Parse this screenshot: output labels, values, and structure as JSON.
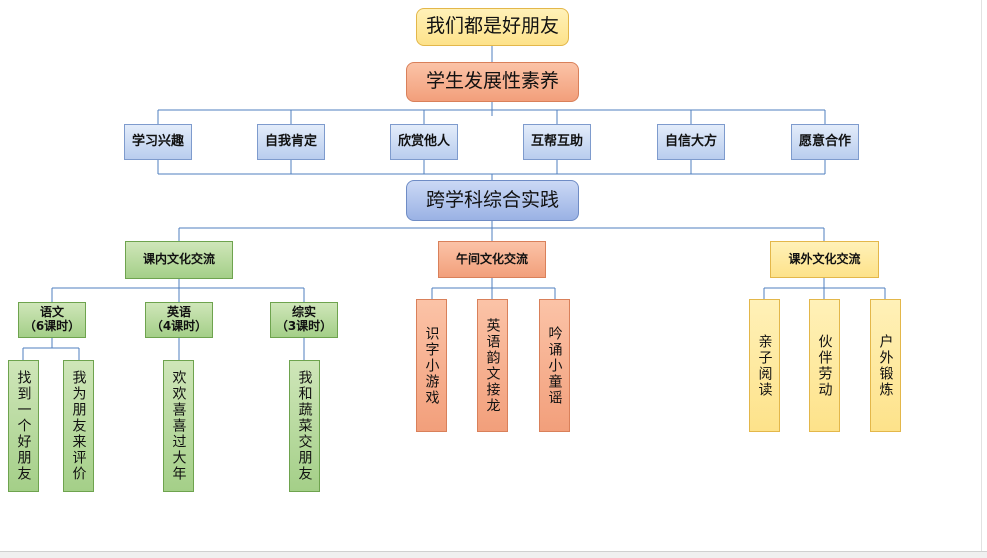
{
  "title": "我们都是好朋友",
  "goal": "学生发展性素养",
  "qualities": [
    "学习兴趣",
    "自我肯定",
    "欣赏他人",
    "互帮互助",
    "自信大方",
    "愿意合作"
  ],
  "practice": "跨学科综合实践",
  "branches": [
    {
      "label": "课内文化交流",
      "subjects": [
        {
          "label": "语文\n（6课时）",
          "activities": [
            "找到一个好朋友",
            "我为朋友来评价"
          ]
        },
        {
          "label": "英语\n（4课时）",
          "activities": [
            "欢欢喜喜过大年"
          ]
        },
        {
          "label": "综实\n（3课时）",
          "activities": [
            "我和蔬菜交朋友"
          ]
        }
      ]
    },
    {
      "label": "午间文化交流",
      "activities": [
        "识字小游戏",
        "英语韵文接龙",
        "吟诵小童谣"
      ]
    },
    {
      "label": "课外文化交流",
      "activities": [
        "亲子阅读",
        "伙伴劳动",
        "户外锻炼"
      ]
    }
  ],
  "colors": {
    "line": "#4f7fbf",
    "yellow": "#fde28a",
    "orange": "#f29f7b",
    "blue": "#9ab2e4",
    "green": "#a4cf88"
  }
}
